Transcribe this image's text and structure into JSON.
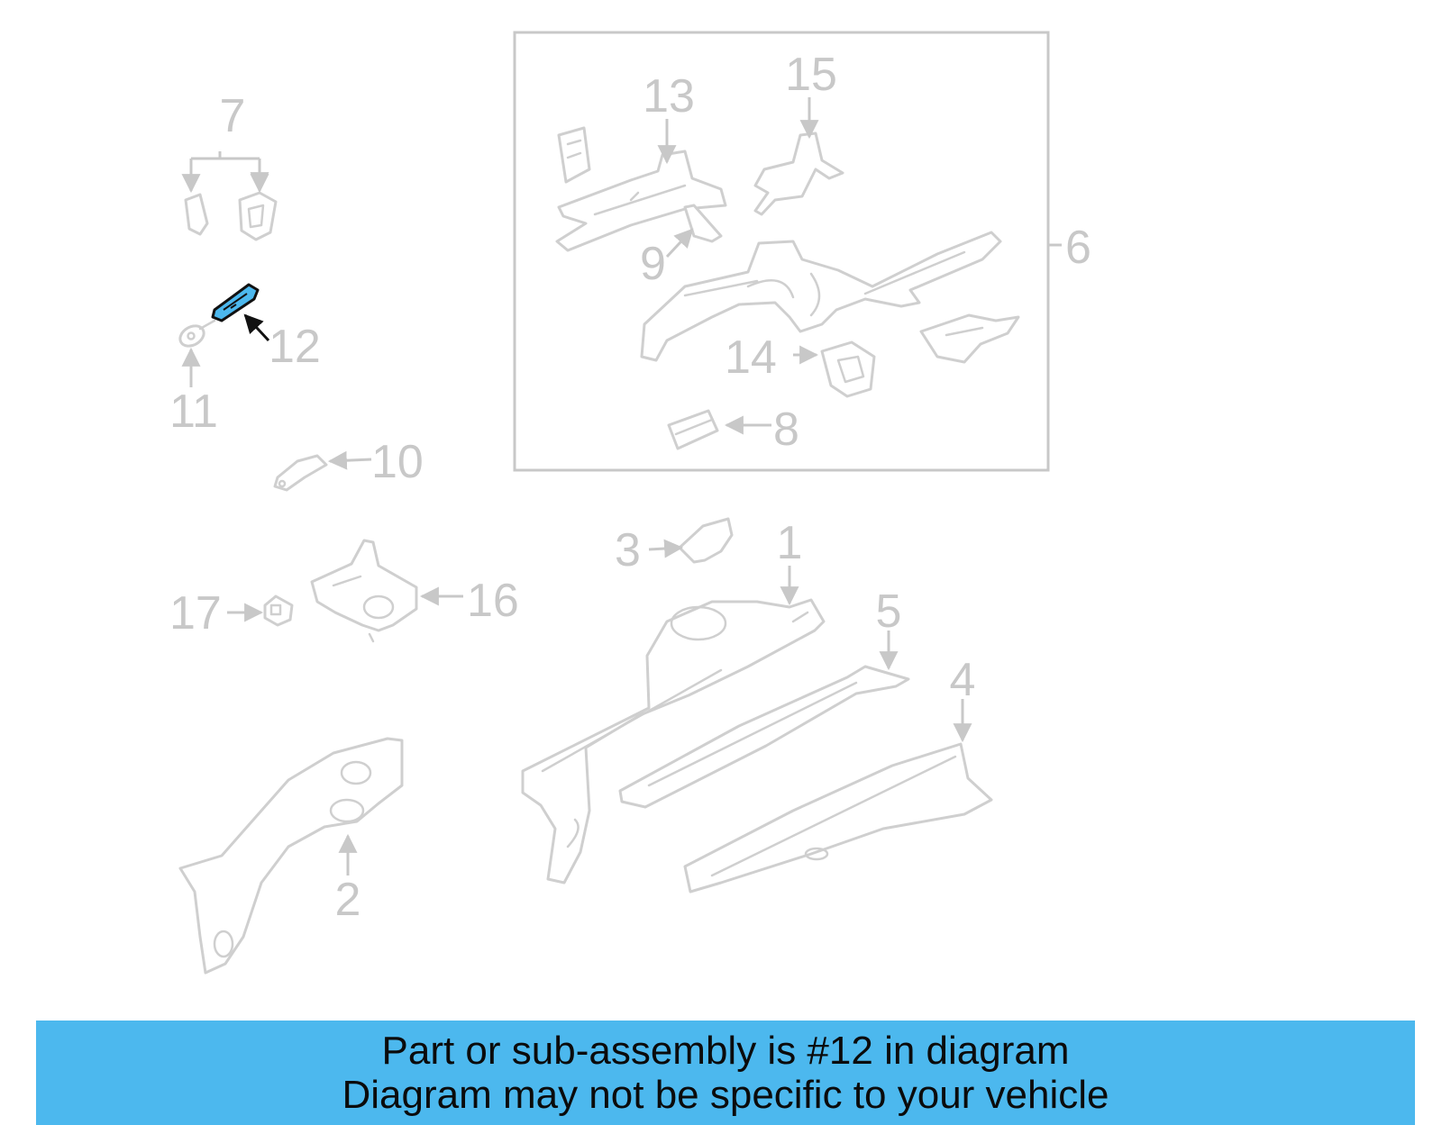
{
  "diagram": {
    "highlighted_callout": "12",
    "highlight_color": "#4cb8ee",
    "callouts": {
      "c1": "1",
      "c2": "2",
      "c3": "3",
      "c4": "4",
      "c5": "5",
      "c6": "6",
      "c7": "7",
      "c8": "8",
      "c9": "9",
      "c10": "10",
      "c11": "11",
      "c12": "12",
      "c13": "13",
      "c14": "14",
      "c15": "15",
      "c16": "16",
      "c17": "17"
    }
  },
  "banner": {
    "line1": "Part or sub-assembly is #12 in diagram",
    "line2": "Diagram may not be specific to your vehicle",
    "background": "#4cb8ee"
  }
}
